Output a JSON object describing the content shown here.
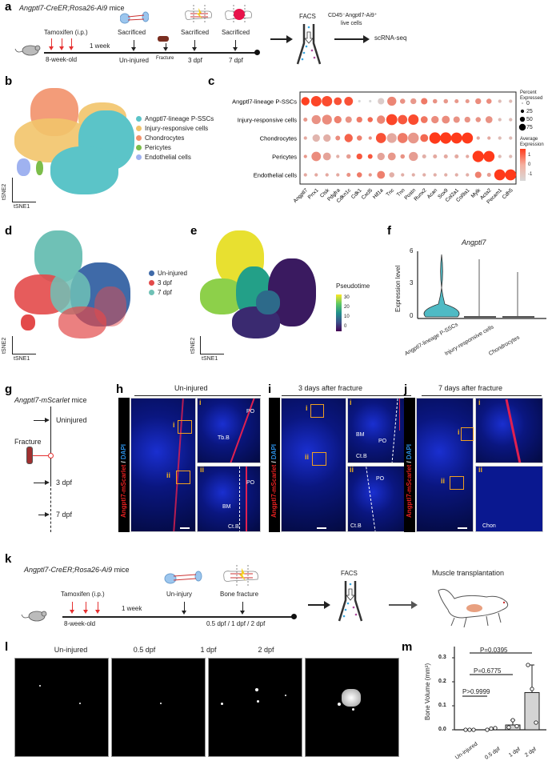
{
  "panels": {
    "a": {
      "label": "a",
      "title_italic": "Angptl7-CreER;Rosa26-Ai9",
      "title_rest": " mice",
      "tamoxifen": "Tamoxifen (i.p.)",
      "age": "8-week-old",
      "interval": "1 week",
      "events": [
        {
          "top": "Sacrificed",
          "bottom": "Un-injured"
        },
        {
          "top": "",
          "bottom": "Fracture"
        },
        {
          "top": "Sacrificed",
          "bottom": "3 dpf"
        },
        {
          "top": "Sacrificed",
          "bottom": "7 dpf"
        }
      ],
      "facs": "FACS",
      "sorted_cells_line1": "CD45⁻Angptl7-Ai9⁺",
      "sorted_cells_line2": "live cells",
      "output": "scRNA-seq"
    },
    "b": {
      "label": "b",
      "legend": [
        {
          "name": "Angptl7-lineage P-SSCs",
          "color": "#5bc4c8"
        },
        {
          "name": "Injury-responsive cells",
          "color": "#f2c46a"
        },
        {
          "name": "Chondrocytes",
          "color": "#f2916a"
        },
        {
          "name": "Pericytes",
          "color": "#7cbd4a"
        },
        {
          "name": "Endothelial cells",
          "color": "#9fb2f0"
        }
      ],
      "xaxis": "tSNE1",
      "yaxis": "tSNE2"
    },
    "c": {
      "label": "c",
      "size_legend_title": "Percent Expressed",
      "size_legend": [
        "0",
        "25",
        "50",
        "75"
      ],
      "color_legend_title": "Average Expression",
      "color_legend": [
        "1",
        "0",
        "-1"
      ]
    },
    "d": {
      "label": "d",
      "legend": [
        {
          "name": "Un-injured",
          "color": "#3f6aa8"
        },
        {
          "name": "3 dpf",
          "color": "#e34a4a"
        },
        {
          "name": "7 dpf",
          "color": "#6fc1b6"
        }
      ],
      "xaxis": "tSNE1",
      "yaxis": "tSNE2"
    },
    "e": {
      "label": "e",
      "legend_title": "Pseudotime",
      "legend_ticks": [
        "30",
        "20",
        "10",
        "0"
      ],
      "xaxis": "tSNE1",
      "yaxis": "tSNE2"
    },
    "f": {
      "label": "f"
    },
    "g": {
      "label": "g",
      "title_italic": "Angptl7-mScarlet",
      "title_rest": " mice",
      "timepoints": [
        "Uninjured",
        "3 dpf",
        "7 dpf"
      ],
      "event": "Fracture"
    },
    "h": {
      "label": "h",
      "title": "Un-injured",
      "stain_red": "Angptl7-mScarlet",
      "stain_sep": " / ",
      "stain_blue": "DAPI",
      "box_i": "i",
      "box_ii": "ii",
      "inset_i_labels": [
        "PO",
        "Tb.B"
      ],
      "inset_ii_labels": [
        "PO",
        "BM",
        "Ct.B"
      ]
    },
    "i": {
      "label": "i",
      "title": "3 days after fracture",
      "stain_red": "Angptl7-mScarlet",
      "stain_sep": " / ",
      "stain_blue": "DAPI",
      "box_i": "i",
      "box_ii": "ii",
      "inset_i_labels": [
        "BM",
        "PO",
        "Ct.B"
      ],
      "inset_ii_labels": [
        "PO",
        "Ct.B"
      ]
    },
    "j": {
      "label": "j",
      "title": "7 days after fracture",
      "stain_red": "Angptl7-mScarlet",
      "stain_sep": " / ",
      "stain_blue": "DAPI",
      "box_i": "i",
      "box_ii": "ii",
      "inset_ii_labels": [
        "Chon"
      ]
    },
    "k": {
      "label": "k",
      "title_italic": "Angptl7-CreER;Rosa26-Ai9",
      "title_rest": " mice",
      "tamoxifen": "Tamoxifen (i.p.)",
      "age": "8-week-old",
      "interval": "1 week",
      "event1": "Un-injury",
      "event2": "Bone fracture",
      "timepoints": "0.5 dpf / 1 dpf /  2 dpf",
      "facs": "FACS",
      "output": "Muscle transplantation"
    },
    "l": {
      "label": "l",
      "titles": [
        "Un-injured",
        "0.5 dpf",
        "1 dpf",
        "2 dpf"
      ]
    },
    "m": {
      "label": "m"
    }
  },
  "chart_data": [
    {
      "panel": "c",
      "type": "scatter",
      "title": "Dot plot of marker gene expression",
      "categories_x": [
        "Angptl7",
        "Prrx1",
        "Ctsk",
        "Pdgfra",
        "Cdkn1c",
        "Cdk1",
        "Cxcl5",
        "Hif1a",
        "Tnc",
        "Tnn",
        "Postn",
        "Runx2",
        "Acan",
        "Sox9",
        "Col2a1",
        "Col9a1",
        "Mylk",
        "Acta2",
        "Pecam1",
        "Cdh5"
      ],
      "categories_y": [
        "Angptl7-lineage P-SSCs",
        "Injury-responsive cells",
        "Chondrocytes",
        "Pericytes",
        "Endothelial cells"
      ],
      "percent_expressed": [
        [
          45,
          75,
          75,
          40,
          50,
          2,
          2,
          25,
          55,
          15,
          20,
          25,
          10,
          10,
          8,
          8,
          20,
          15,
          5,
          5
        ],
        [
          8,
          55,
          65,
          35,
          25,
          20,
          15,
          45,
          85,
          60,
          75,
          30,
          35,
          40,
          25,
          20,
          15,
          30,
          5,
          5
        ],
        [
          5,
          35,
          35,
          12,
          45,
          15,
          5,
          70,
          65,
          70,
          80,
          40,
          90,
          90,
          85,
          85,
          5,
          5,
          5,
          5
        ],
        [
          5,
          60,
          40,
          5,
          10,
          20,
          12,
          35,
          40,
          10,
          55,
          8,
          8,
          8,
          8,
          5,
          90,
          85,
          5,
          5
        ],
        [
          5,
          5,
          5,
          5,
          8,
          15,
          5,
          40,
          15,
          5,
          5,
          5,
          5,
          5,
          5,
          5,
          25,
          8,
          85,
          85
        ]
      ],
      "avg_expression": [
        [
          1.6,
          1.5,
          1.4,
          1.3,
          1.3,
          -1,
          -1,
          -0.8,
          0.4,
          0.2,
          0.1,
          0.6,
          0.2,
          0.1,
          0.1,
          0.1,
          0.3,
          0.3,
          -0.5,
          -0.5
        ],
        [
          0.1,
          0.2,
          0.3,
          0.5,
          0.2,
          0.6,
          0.9,
          0.4,
          1.5,
          1.2,
          1.4,
          0.7,
          0.3,
          0.3,
          0.2,
          0.2,
          0.2,
          0.2,
          -0.5,
          -0.5
        ],
        [
          -0.2,
          -0.4,
          -0.3,
          0.3,
          1.0,
          0.5,
          0.2,
          1.3,
          -0.2,
          0.6,
          0.1,
          0.9,
          1.7,
          1.7,
          1.7,
          1.7,
          -0.2,
          -0.2,
          -0.5,
          -0.5
        ],
        [
          0.1,
          0.3,
          -0.1,
          -0.3,
          0.0,
          1.2,
          1.2,
          -0.1,
          0.1,
          0.2,
          0.0,
          -0.3,
          -0.2,
          -0.2,
          -0.2,
          -0.2,
          1.7,
          1.7,
          -0.5,
          -0.5
        ],
        [
          -0.2,
          -0.2,
          -0.2,
          -0.2,
          0.2,
          0.6,
          0.1,
          0.5,
          -0.3,
          -0.3,
          -0.3,
          -0.3,
          -0.3,
          -0.3,
          -0.3,
          -0.3,
          0.5,
          0.0,
          1.7,
          1.7
        ]
      ],
      "size_legend": [
        0,
        25,
        50,
        75
      ],
      "color_range": [
        -1,
        1.7
      ]
    },
    {
      "panel": "f",
      "type": "violin",
      "title": "Angptl7",
      "ylabel": "Expression level",
      "categories": [
        "Angptl7-lineage P-SSCs",
        "Injury-responsive cells",
        "Chondrocytes"
      ],
      "max_values": [
        5.5,
        5.0,
        3.9
      ],
      "yticks": [
        0,
        3,
        6
      ],
      "ylim": [
        0,
        6
      ]
    },
    {
      "panel": "m",
      "type": "bar",
      "ylabel": "Bone Volume (mm³)",
      "categories": [
        "Un-injured",
        "0.5 dpf",
        "1 dpf",
        "2 dpf"
      ],
      "values": [
        0.0,
        0.003,
        0.02,
        0.155
      ],
      "points": [
        [
          0,
          0,
          0
        ],
        [
          0,
          0.005,
          0.007
        ],
        [
          0.01,
          0.04,
          0.015
        ],
        [
          0.27,
          0.17,
          0.03
        ]
      ],
      "error_upper": [
        0.0,
        0.007,
        0.04,
        0.27
      ],
      "yticks": [
        "0.0",
        "0.1",
        "0.2",
        "0.3"
      ],
      "ylim": [
        0,
        0.33
      ],
      "comparisons": [
        {
          "pair": [
            "Un-injured",
            "0.5 dpf"
          ],
          "label": "P>0.9999"
        },
        {
          "pair": [
            "Un-injured",
            "1 dpf"
          ],
          "label": "P=0.6775"
        },
        {
          "pair": [
            "Un-injured",
            "2 dpf"
          ],
          "label": "P=0.0395"
        }
      ]
    }
  ]
}
